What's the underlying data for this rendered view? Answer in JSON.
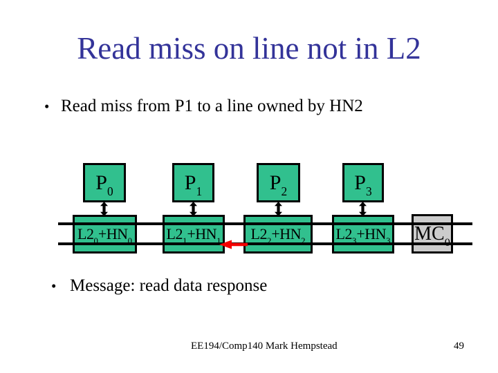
{
  "slide": {
    "title": "Read miss on line not in L2",
    "bullet_char": "•",
    "bullet1": "Read miss from P1 to a line owned by HN2",
    "bullet2": "Message: read data response",
    "footer_text": "EE194/Comp140 Mark Hempstead",
    "page_number": "49"
  },
  "diagram": {
    "processors": [
      {
        "base": "P",
        "sub": "0"
      },
      {
        "base": "P",
        "sub": "1"
      },
      {
        "base": "P",
        "sub": "2"
      },
      {
        "base": "P",
        "sub": "3"
      }
    ],
    "caches": [
      {
        "base": "L2",
        "sub": "0",
        "mid": "+HN",
        "sub2": "0"
      },
      {
        "base": "L2",
        "sub": "1",
        "mid": "+HN",
        "sub2": "1"
      },
      {
        "base": "L2",
        "sub": "2",
        "mid": "+HN",
        "sub2": "2"
      },
      {
        "base": "L2",
        "sub": "3",
        "mid": "+HN",
        "sub2": "3"
      }
    ],
    "memory_controller": {
      "base": "MC",
      "sub": "0"
    },
    "message_arrow_direction": "left"
  },
  "colors": {
    "title_blue": "#333399",
    "box_green": "#31c08e",
    "box_gray": "#cccccc",
    "arrow_red": "#f40000",
    "line_black": "#000000"
  }
}
